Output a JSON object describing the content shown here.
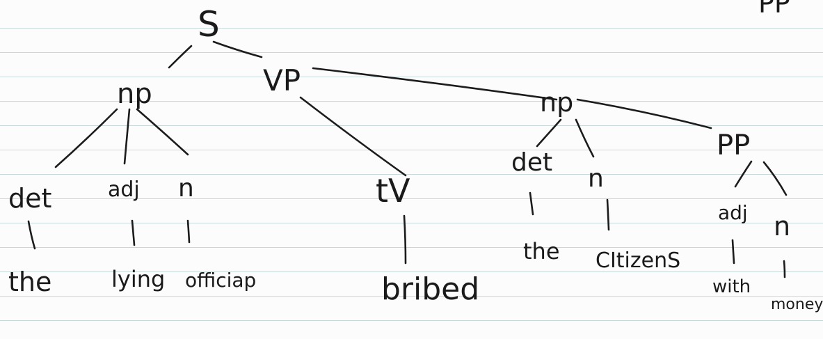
{
  "diagram": {
    "root": "S",
    "corner_fragment": "PP",
    "phrase_labels": {
      "s": "S",
      "np_subject": "np",
      "vp": "VP",
      "np_object": "np",
      "pp": "PP"
    },
    "pos_labels": {
      "det_1": "det",
      "adj_1": "adj",
      "n_1": "n",
      "tv": "tV",
      "det_2": "det",
      "n_2": "n",
      "adj_2": "adj",
      "n_3": "n"
    },
    "words": {
      "the_1": "the",
      "lying": "lying",
      "officiap": "officiap",
      "bribed": "bribed",
      "the_2": "the",
      "citizens": "CItizenS",
      "with": "with",
      "money": "money"
    }
  }
}
